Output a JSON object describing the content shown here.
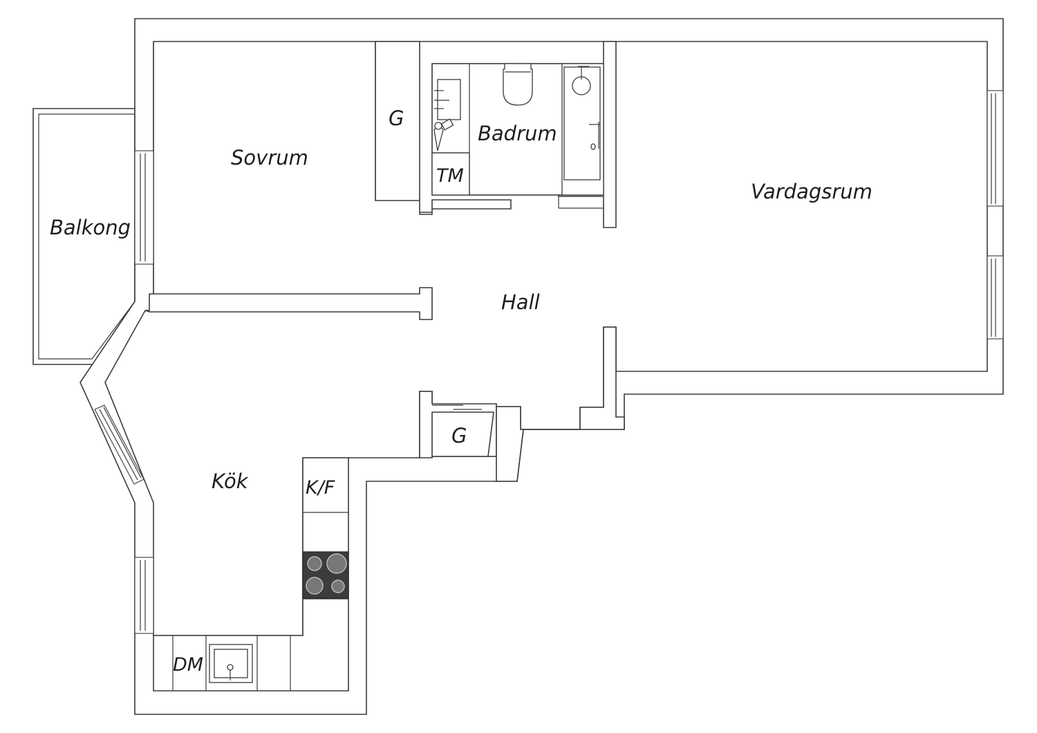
{
  "rooms": {
    "balkong": "Balkong",
    "sovrum": "Sovrum",
    "garderob_1": "G",
    "badrum": "Badrum",
    "tvattmaskin": "TM",
    "vardagsrum": "Vardagsrum",
    "hall": "Hall",
    "garderob_2": "G",
    "kok": "Kök",
    "kyl_frys": "K/F",
    "diskmaskin": "DM"
  },
  "colors": {
    "wall_line": "#3a3a3a",
    "stove": "#3c3c3c",
    "background": "#ffffff"
  }
}
